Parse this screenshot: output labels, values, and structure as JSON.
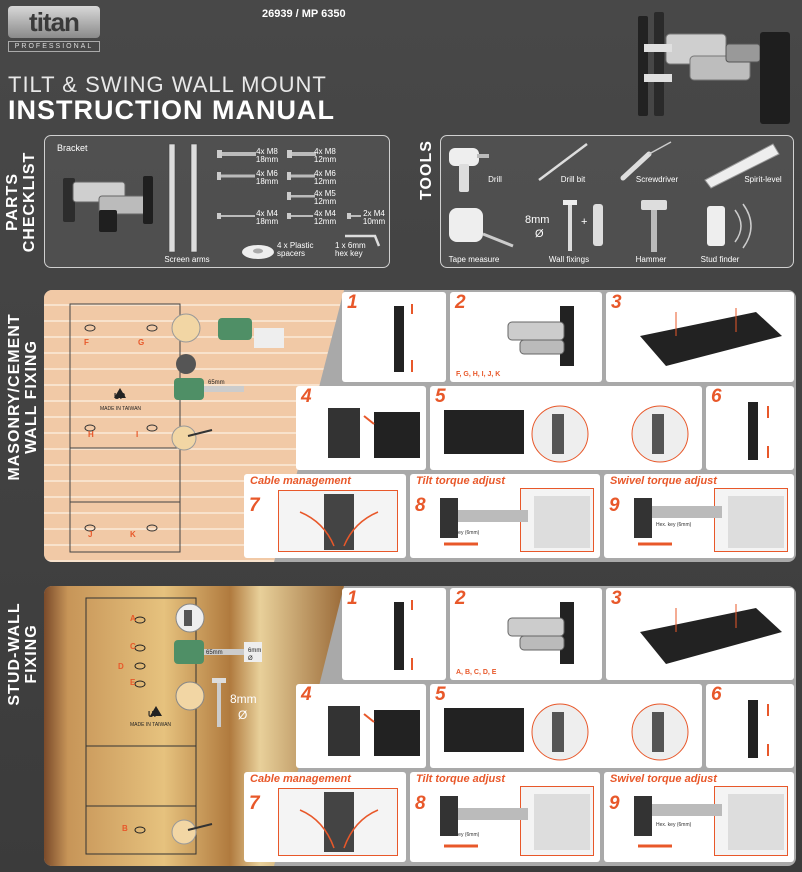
{
  "header": {
    "logo_word": "titan",
    "logo_sub": "PROFESSIONAL",
    "model": "26939 / MP 6350",
    "title_line1": "TILT & SWING WALL MOUNT",
    "title_line2": "INSTRUCTION MANUAL"
  },
  "parts": {
    "section_label_1": "PARTS",
    "section_label_2": "CHECKLIST",
    "bracket_label": "Bracket",
    "screen_arms_label": "Screen arms",
    "screws": [
      {
        "qty": "4x M8",
        "len": "18mm"
      },
      {
        "qty": "4x M8",
        "len": "12mm"
      },
      {
        "qty": "4x M6",
        "len": "18mm"
      },
      {
        "qty": "4x M6",
        "len": "12mm"
      },
      {
        "qty": "4x M5",
        "len": "12mm"
      },
      {
        "qty": "4x M4",
        "len": "18mm"
      },
      {
        "qty": "4x M4",
        "len": "12mm"
      },
      {
        "qty": "2x M4",
        "len": "10mm"
      }
    ],
    "spacers_label": "4 x Plastic spacers",
    "hexkey_label": "1 x 6mm hex key"
  },
  "tools": {
    "section_label": "TOOLS",
    "items": [
      "Drill",
      "Drill bit",
      "Screwdriver",
      "Spirit-level",
      "Tape measure",
      "Wall fixings",
      "Hammer",
      "Stud finder"
    ],
    "wall_fixing_size": "8mm",
    "diameter_symbol": "Ø",
    "plus": "+"
  },
  "masonry": {
    "label_1": "MASONRY/CEMENT",
    "label_2": "WALL FIXING",
    "template_up": "UP",
    "template_made": "MADE IN TAIWAN",
    "drill_depth": "65mm",
    "hole_letters": [
      "F",
      "G",
      "H",
      "I",
      "J",
      "K"
    ],
    "step2_letters": "F, G, H, I, J, K",
    "steps": [
      "1",
      "2",
      "3",
      "4",
      "5",
      "6",
      "7",
      "8",
      "9"
    ],
    "cable_title": "Cable management",
    "tilt_title": "Tilt torque adjust",
    "swivel_title": "Swivel torque adjust",
    "hexkey_note": "Hex. key (6mm)"
  },
  "stud": {
    "label_1": "STUD-WALL",
    "label_2": "FIXING",
    "template_up": "UP",
    "template_made": "MADE IN TAIWAN",
    "drill_depth": "65mm",
    "drill_bit": "6mm",
    "diameter_symbol": "Ø",
    "screw_size": "8mm",
    "hole_letters": [
      "A",
      "C",
      "D",
      "E",
      "B"
    ],
    "step2_letters": "A, B, C, D, E",
    "steps": [
      "1",
      "2",
      "3",
      "4",
      "5",
      "6",
      "7",
      "8",
      "9"
    ],
    "cable_title": "Cable management",
    "tilt_title": "Tilt torque adjust",
    "swivel_title": "Swivel torque adjust",
    "hexkey_note": "Hex. key (6mm)"
  },
  "colors": {
    "accent": "#e8582a",
    "background": "#3f3f3f",
    "section_grey": "#a9a9a9"
  }
}
